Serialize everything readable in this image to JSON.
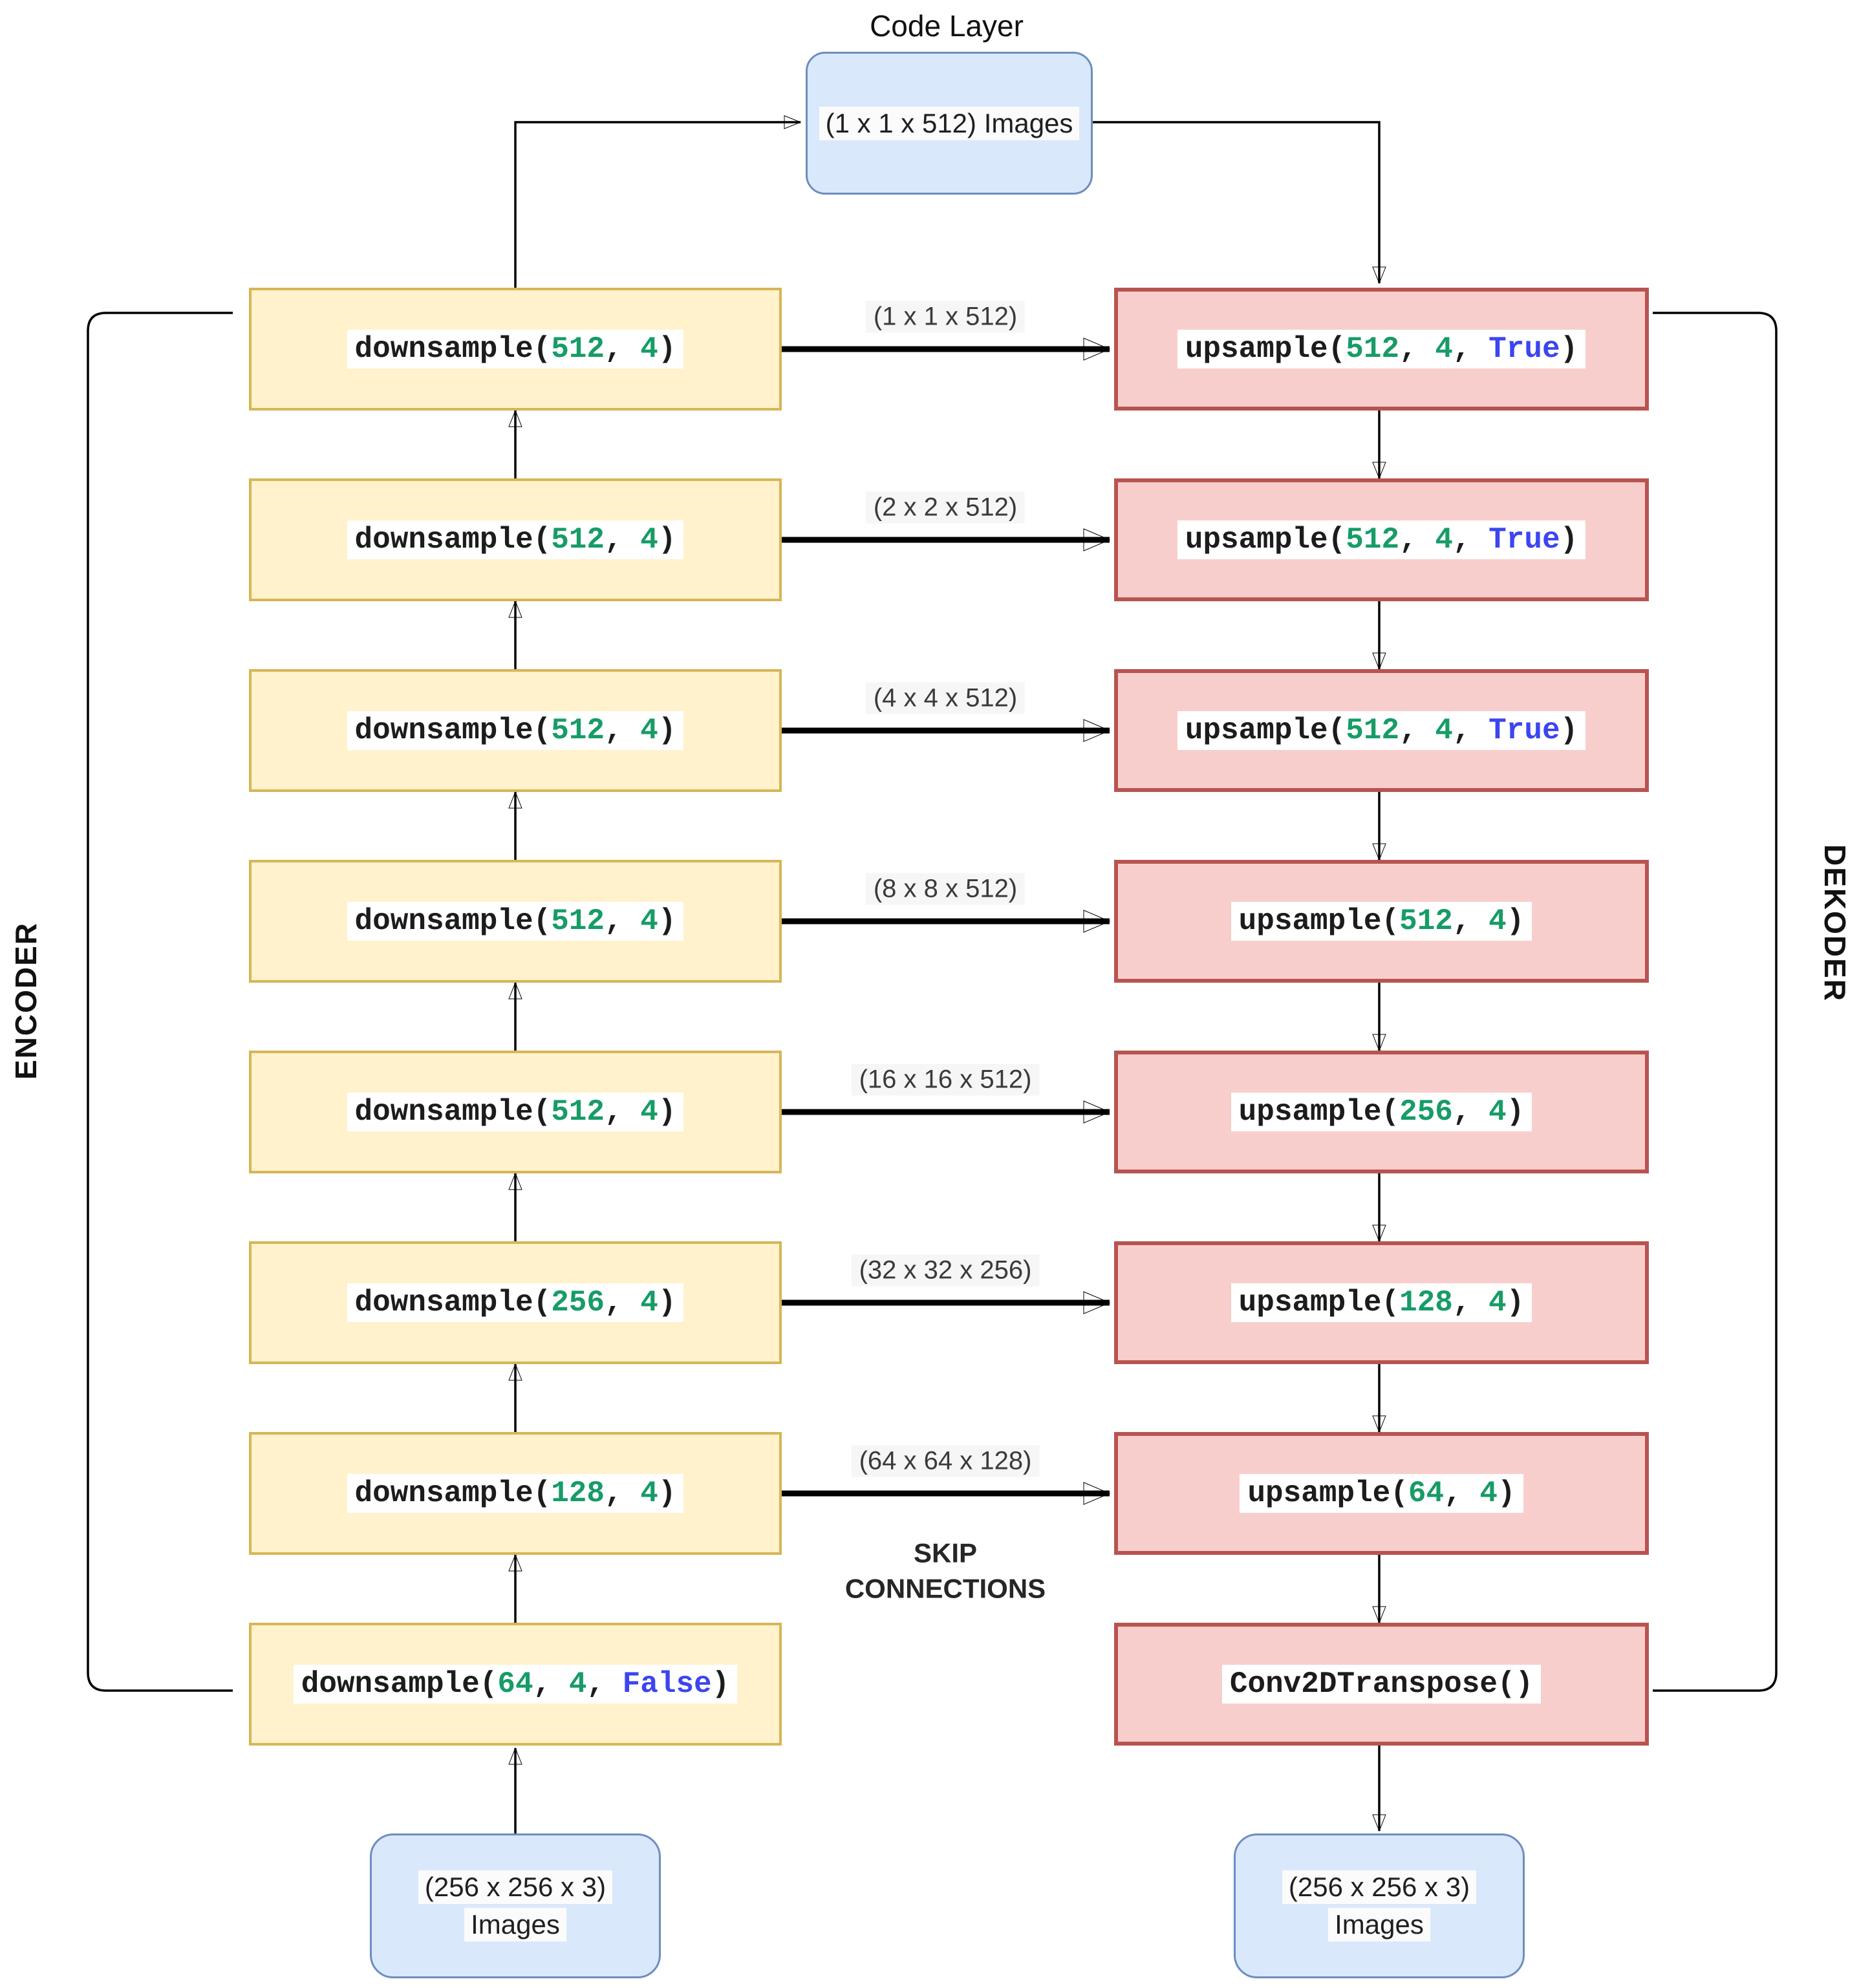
{
  "title": "Code Layer",
  "code_layer_box": {
    "label": "(1 x 1 x 512) Images"
  },
  "encoder_label": "ENCODER",
  "decoder_label": "DEKODER",
  "skip_label": {
    "line1": "SKIP",
    "line2": "CONNECTIONS"
  },
  "input_box": {
    "line1": "(256 x 256 x 3)",
    "line2": "Images"
  },
  "output_box": {
    "line1": "(256 x 256 x 3)",
    "line2": "Images"
  },
  "colors": {
    "encoder_fill": "#fff2cc",
    "encoder_border": "#d6b656",
    "decoder_fill": "#f8cecc",
    "decoder_border": "#b85450",
    "io_fill": "#dae8fc",
    "io_border": "#6c8ebf",
    "code_green": "#179c67",
    "code_blue": "#3c45ef"
  },
  "rows": [
    {
      "down": [
        {
          "t": "downsample(",
          "c": "plain"
        },
        {
          "t": "512",
          "c": "green"
        },
        {
          "t": ", ",
          "c": "plain"
        },
        {
          "t": "4",
          "c": "green"
        },
        {
          "t": ")",
          "c": "plain"
        }
      ],
      "dim": "(1 x 1 x 512)",
      "up": [
        {
          "t": "upsample(",
          "c": "plain"
        },
        {
          "t": "512",
          "c": "green"
        },
        {
          "t": ", ",
          "c": "plain"
        },
        {
          "t": "4",
          "c": "green"
        },
        {
          "t": ", ",
          "c": "plain"
        },
        {
          "t": "True",
          "c": "blue"
        },
        {
          "t": ")",
          "c": "plain"
        }
      ]
    },
    {
      "down": [
        {
          "t": "downsample(",
          "c": "plain"
        },
        {
          "t": "512",
          "c": "green"
        },
        {
          "t": ", ",
          "c": "plain"
        },
        {
          "t": "4",
          "c": "green"
        },
        {
          "t": ")",
          "c": "plain"
        }
      ],
      "dim": "(2 x 2 x 512)",
      "up": [
        {
          "t": "upsample(",
          "c": "plain"
        },
        {
          "t": "512",
          "c": "green"
        },
        {
          "t": ", ",
          "c": "plain"
        },
        {
          "t": "4",
          "c": "green"
        },
        {
          "t": ", ",
          "c": "plain"
        },
        {
          "t": "True",
          "c": "blue"
        },
        {
          "t": ")",
          "c": "plain"
        }
      ]
    },
    {
      "down": [
        {
          "t": "downsample(",
          "c": "plain"
        },
        {
          "t": "512",
          "c": "green"
        },
        {
          "t": ", ",
          "c": "plain"
        },
        {
          "t": "4",
          "c": "green"
        },
        {
          "t": ")",
          "c": "plain"
        }
      ],
      "dim": "(4 x 4 x 512)",
      "up": [
        {
          "t": "upsample(",
          "c": "plain"
        },
        {
          "t": "512",
          "c": "green"
        },
        {
          "t": ", ",
          "c": "plain"
        },
        {
          "t": "4",
          "c": "green"
        },
        {
          "t": ", ",
          "c": "plain"
        },
        {
          "t": "True",
          "c": "blue"
        },
        {
          "t": ")",
          "c": "plain"
        }
      ]
    },
    {
      "down": [
        {
          "t": "downsample(",
          "c": "plain"
        },
        {
          "t": "512",
          "c": "green"
        },
        {
          "t": ", ",
          "c": "plain"
        },
        {
          "t": "4",
          "c": "green"
        },
        {
          "t": ")",
          "c": "plain"
        }
      ],
      "dim": "(8 x 8 x 512)",
      "up": [
        {
          "t": "upsample(",
          "c": "plain"
        },
        {
          "t": "512",
          "c": "green"
        },
        {
          "t": ", ",
          "c": "plain"
        },
        {
          "t": "4",
          "c": "green"
        },
        {
          "t": ")",
          "c": "plain"
        }
      ]
    },
    {
      "down": [
        {
          "t": "downsample(",
          "c": "plain"
        },
        {
          "t": "512",
          "c": "green"
        },
        {
          "t": ", ",
          "c": "plain"
        },
        {
          "t": "4",
          "c": "green"
        },
        {
          "t": ")",
          "c": "plain"
        }
      ],
      "dim": "(16 x 16 x 512)",
      "up": [
        {
          "t": "upsample(",
          "c": "plain"
        },
        {
          "t": "256",
          "c": "green"
        },
        {
          "t": ", ",
          "c": "plain"
        },
        {
          "t": "4",
          "c": "green"
        },
        {
          "t": ")",
          "c": "plain"
        }
      ]
    },
    {
      "down": [
        {
          "t": "downsample(",
          "c": "plain"
        },
        {
          "t": "256",
          "c": "green"
        },
        {
          "t": ", ",
          "c": "plain"
        },
        {
          "t": "4",
          "c": "green"
        },
        {
          "t": ")",
          "c": "plain"
        }
      ],
      "dim": "(32 x 32 x 256)",
      "up": [
        {
          "t": "upsample(",
          "c": "plain"
        },
        {
          "t": "128",
          "c": "green"
        },
        {
          "t": ", ",
          "c": "plain"
        },
        {
          "t": "4",
          "c": "green"
        },
        {
          "t": ")",
          "c": "plain"
        }
      ]
    },
    {
      "down": [
        {
          "t": "downsample(",
          "c": "plain"
        },
        {
          "t": "128",
          "c": "green"
        },
        {
          "t": ", ",
          "c": "plain"
        },
        {
          "t": "4",
          "c": "green"
        },
        {
          "t": ")",
          "c": "plain"
        }
      ],
      "dim": "(64 x 64 x 128)",
      "up": [
        {
          "t": "upsample(",
          "c": "plain"
        },
        {
          "t": "64",
          "c": "green"
        },
        {
          "t": ", ",
          "c": "plain"
        },
        {
          "t": "4",
          "c": "green"
        },
        {
          "t": ")",
          "c": "plain"
        }
      ]
    },
    {
      "down": [
        {
          "t": "downsample(",
          "c": "plain"
        },
        {
          "t": "64",
          "c": "green"
        },
        {
          "t": ", ",
          "c": "plain"
        },
        {
          "t": "4",
          "c": "green"
        },
        {
          "t": ", ",
          "c": "plain"
        },
        {
          "t": "False",
          "c": "blue"
        },
        {
          "t": ")",
          "c": "plain"
        }
      ],
      "dim": null,
      "up": [
        {
          "t": "Conv2DTranspose()",
          "c": "plain"
        }
      ]
    }
  ]
}
